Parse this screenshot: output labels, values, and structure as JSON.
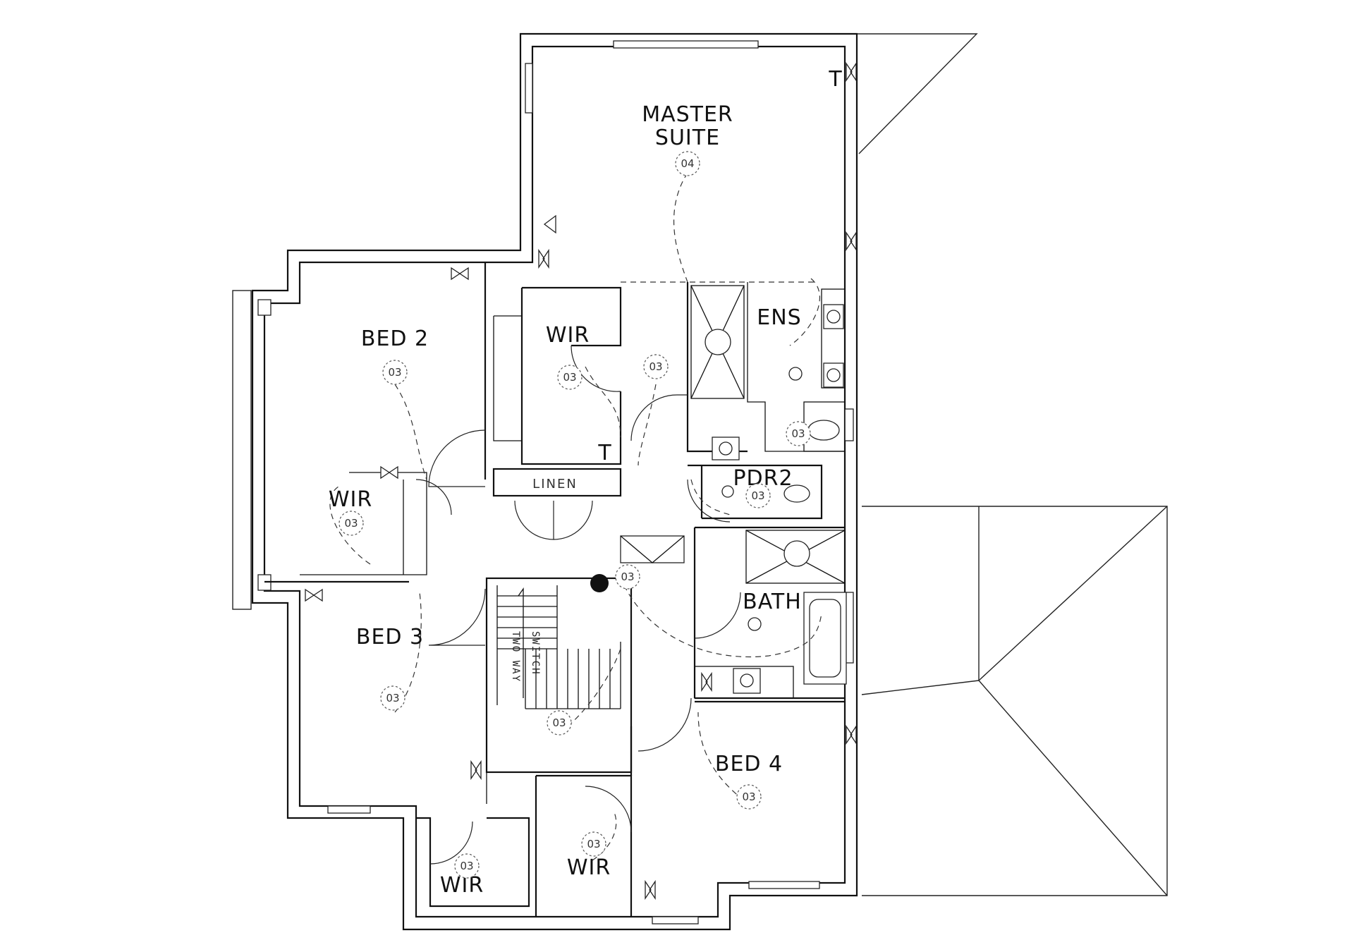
{
  "rooms": {
    "master_suite_line1": "MASTER",
    "master_suite_line2": "SUITE",
    "bed2": "BED 2",
    "bed3": "BED 3",
    "bed4": "BED 4",
    "wir_upper": "WIR",
    "wir_bed2": "WIR",
    "wir_bottom_left": "WIR",
    "wir_bottom_right": "WIR",
    "ens": "ENS",
    "pdr": "PDR2",
    "bath": "BATH",
    "linen": "LINEN"
  },
  "tags": {
    "master": "04",
    "bed2": "03",
    "wir_upper_a": "03",
    "wir_upper_b": "03",
    "wir_bed2": "03",
    "ens": "03",
    "pdr": "03",
    "hall": "03",
    "bed3": "03",
    "stair": "03",
    "bed4": "03",
    "wir_bl": "03",
    "wir_br": "03"
  },
  "stair_note": {
    "line1": "TWO WAY",
    "line2": "SWITCH"
  },
  "switch_marker": "T"
}
